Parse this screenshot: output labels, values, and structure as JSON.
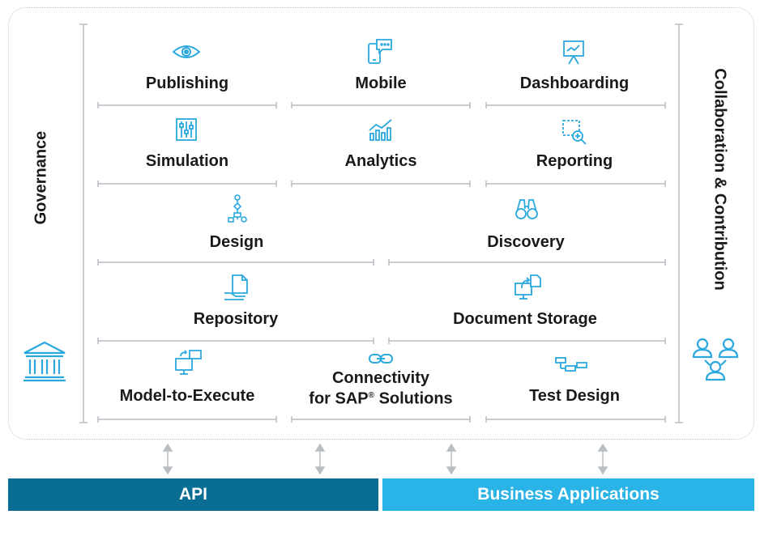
{
  "left_label": "Governance",
  "right_label": "Collaboration & Contribution",
  "capabilities": [
    {
      "id": "publishing",
      "label": "Publishing",
      "icon": "eye-icon"
    },
    {
      "id": "mobile",
      "label": "Mobile",
      "icon": "mobile-chat-icon"
    },
    {
      "id": "dashboarding",
      "label": "Dashboarding",
      "icon": "presentation-board-icon"
    },
    {
      "id": "simulation",
      "label": "Simulation",
      "icon": "sliders-icon"
    },
    {
      "id": "analytics",
      "label": "Analytics",
      "icon": "bar-chart-trend-icon"
    },
    {
      "id": "reporting",
      "label": "Reporting",
      "icon": "search-report-icon"
    },
    {
      "id": "design",
      "label": "Design",
      "icon": "process-flow-icon"
    },
    {
      "id": "discovery",
      "label": "Discovery",
      "icon": "binoculars-icon"
    },
    {
      "id": "repository",
      "label": "Repository",
      "icon": "document-hand-icon"
    },
    {
      "id": "document_storage",
      "label": "Document Storage",
      "icon": "document-monitor-icon"
    },
    {
      "id": "model_to_execute",
      "label": "Model-to-Execute",
      "icon": "monitor-sync-icon"
    },
    {
      "id": "connectivity",
      "label_line1": "Connectivity",
      "label_line2": "for SAP",
      "label_reg": "®",
      "label_line2b": " Solutions",
      "icon": "link-icon"
    },
    {
      "id": "test_design",
      "label": "Test Design",
      "icon": "test-flow-icon"
    }
  ],
  "bars": [
    {
      "label": "API",
      "color": "#0a6e94"
    },
    {
      "label": "Business Applications",
      "color": "#29b3e6"
    }
  ],
  "colors": {
    "accent": "#2ba9de",
    "divider": "#b9bec3",
    "arrow": "#b9bec3"
  },
  "left_icon": "bank-building-icon",
  "right_icon": "people-network-icon"
}
